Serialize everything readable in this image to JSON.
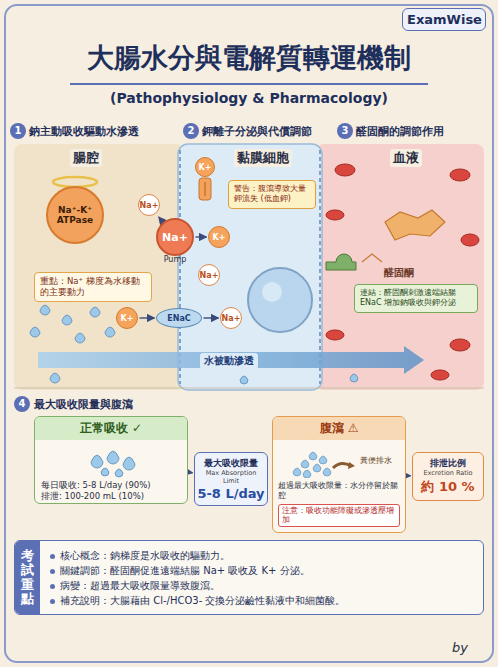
{
  "diagram": {
    "title": "大腸水分與電解質轉運機制",
    "nodes": [
      {
        "text": [
          "ExamWise"
        ]
      },
      {
        "text": [
          "Na⁺-K⁺ ATPase"
        ]
      },
      {
        "text": [
          "Na+",
          "Pump"
        ]
      },
      {
        "text": [
          "重點：Na⁺ 梯度為水移動的主要動力"
        ]
      },
      {
        "text": [
          "K+"
        ]
      },
      {
        "text": [
          "警告：腹瀉導致大量鉀流失 (低血鉀)"
        ]
      },
      {
        "text": [
          "Na+"
        ]
      },
      {
        "text": [
          "K+"
        ]
      },
      {
        "text": [
          "Na+"
        ]
      },
      {
        "text": [
          "K+"
        ]
      },
      {
        "text": [
          "ENaC"
        ]
      },
      {
        "text": [
          "Na+"
        ]
      },
      {
        "text": [
          "連結：醛固酮刺激遠端結腸 ENaC 增加鈉吸收與鉀分泌"
        ]
      },
      {
        "text": [
          "正常吸收 ✓",
          "每日吸收: 5-8 L/day (90%)",
          "排泄: 100-200 mL (10%)"
        ]
      },
      {
        "text": [
          "最大吸收限量",
          "Max Absorption Limit",
          "5-8 L/day"
        ]
      },
      {
        "text": [
          "腹瀉 ⚠",
          "糞便排水",
          "超過最大吸收限量：水分停留於腸腔",
          "注意：吸收功能障礙或滲透壓增加"
        ]
      },
      {
        "text": [
          "排泄比例",
          "Excretion Ratio",
          "約 10 %"
        ]
      },
      {
        "text": [
          "考試重點",
          "核心概念：鈉梯度是水吸收的驅動力。",
          "關鍵調節：醛固酮促進遠端結腸 Na+ 吸收及 K+ 分泌。",
          "病變：超過最大吸收限量導致腹瀉。",
          "補充說明：大腸藉由 Cl-/HCO3- 交換分泌鹼性黏液中和細菌酸。"
        ]
      }
    ],
    "edges": [
      {
        "from": 6,
        "to": 2,
        "arrow": "to"
      },
      {
        "from": 2,
        "to": 7,
        "arrow": "to"
      },
      {
        "from": 9,
        "to": 10,
        "arrow": "to"
      },
      {
        "from": 10,
        "to": 11,
        "arrow": "to"
      },
      {
        "from": 13,
        "to": 14,
        "arrow": "to"
      },
      {
        "from": 15,
        "to": 16,
        "arrow": "to"
      }
    ],
    "labels": [
      "(Pathophysiology & Pharmacology)",
      "1",
      "鈉主動吸收驅動水滲透",
      "2",
      "鉀離子分泌與代償調節",
      "3",
      "醛固酮的調節作用",
      "腸腔",
      "黏膜細胞",
      "血液",
      "醛固酮",
      "水被動滲透",
      "4",
      "最大吸收限量與腹瀉",
      "by"
    ]
  }
}
